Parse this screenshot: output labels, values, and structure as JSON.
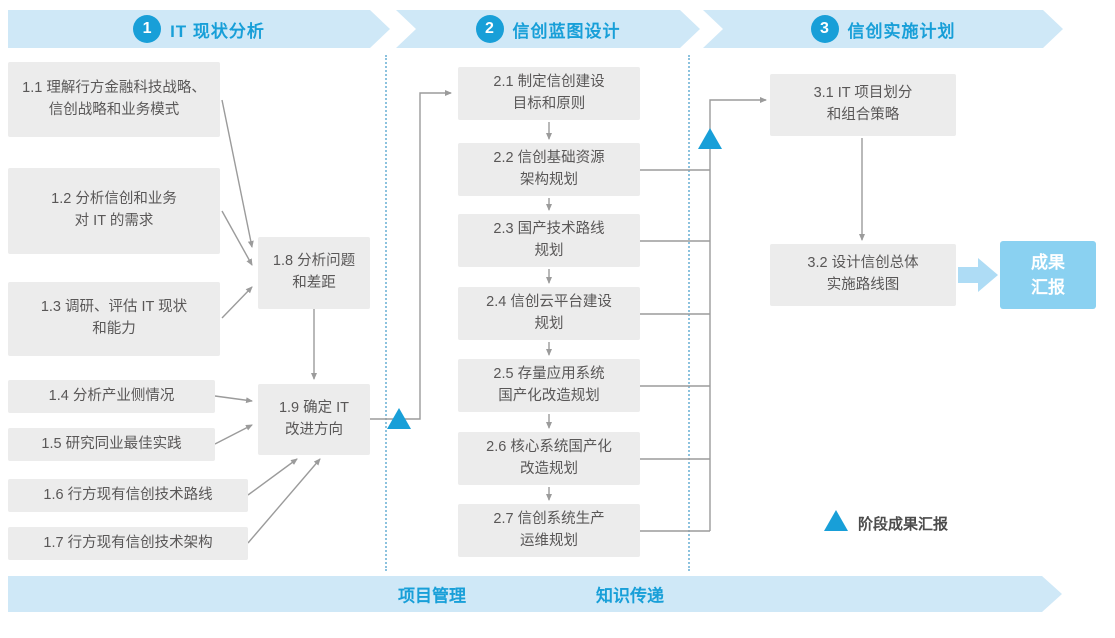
{
  "colors": {
    "accent_blue": "#189fd8",
    "banner_bg": "#cfe8f7",
    "box_bg": "#ececec",
    "box_text": "#595757",
    "connector_gray": "#9b9b9b",
    "result_bg": "#8ad1f1",
    "thick_arrow": "#aedcf5"
  },
  "phases": [
    {
      "number": "1",
      "title": "IT 现状分析"
    },
    {
      "number": "2",
      "title": "信创蓝图设计"
    },
    {
      "number": "3",
      "title": "信创实施计划"
    }
  ],
  "phase1": {
    "boxes": [
      {
        "label": "1.1 理解行方金融科技战略、\n信创战略和业务模式"
      },
      {
        "label": "1.2 分析信创和业务\n对 IT 的需求"
      },
      {
        "label": "1.3 调研、评估 IT 现状\n和能力"
      },
      {
        "label": "1.4 分析产业侧情况"
      },
      {
        "label": "1.5 研究同业最佳实践"
      },
      {
        "label": "1.6 行方现有信创技术路线"
      },
      {
        "label": "1.7 行方现有信创技术架构"
      },
      {
        "label": "1.8 分析问题\n和差距"
      },
      {
        "label": "1.9 确定 IT\n改进方向"
      }
    ]
  },
  "phase2": {
    "boxes": [
      {
        "label": "2.1 制定信创建设\n目标和原则"
      },
      {
        "label": "2.2 信创基础资源\n架构规划"
      },
      {
        "label": "2.3 国产技术路线\n规划"
      },
      {
        "label": "2.4 信创云平台建设\n规划"
      },
      {
        "label": "2.5 存量应用系统\n国产化改造规划"
      },
      {
        "label": "2.6 核心系统国产化\n改造规划"
      },
      {
        "label": "2.7 信创系统生产\n运维规划"
      }
    ]
  },
  "phase3": {
    "boxes": [
      {
        "label": "3.1 IT 项目划分\n和组合策略"
      },
      {
        "label": "3.2 设计信创总体\n实施路线图"
      }
    ],
    "result_label": "成果\n汇报"
  },
  "legend": {
    "milestone_label": "阶段成果汇报"
  },
  "footer": {
    "items": [
      {
        "label": "项目管理"
      },
      {
        "label": "知识传递"
      }
    ]
  }
}
